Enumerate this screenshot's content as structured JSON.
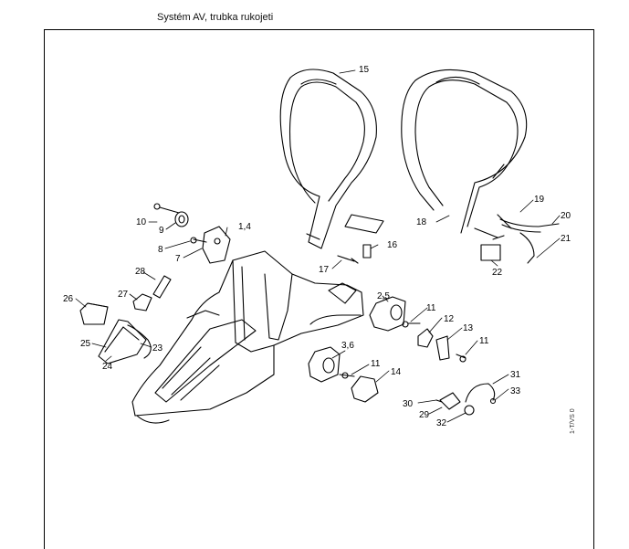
{
  "header": {
    "title": "Systém AV, trubka rukojeti"
  },
  "side_code": "1-T/VS 0",
  "labels": {
    "p15": "15",
    "p10": "10",
    "p9": "9",
    "p8": "8",
    "p7": "7",
    "p14a": "1,4",
    "p16": "16",
    "p17": "17",
    "p18": "18",
    "p19": "19",
    "p20": "20",
    "p21": "21",
    "p22": "22",
    "p28": "28",
    "p26": "26",
    "p27": "27",
    "p25": "25",
    "p24": "24",
    "p23": "23",
    "p25b": "2,5",
    "p11a": "11",
    "p12": "12",
    "p13": "13",
    "p11b": "11",
    "p36": "3,6",
    "p11c": "11",
    "p14": "14",
    "p31": "31",
    "p33": "33",
    "p30": "30",
    "p29": "29",
    "p32": "32"
  }
}
